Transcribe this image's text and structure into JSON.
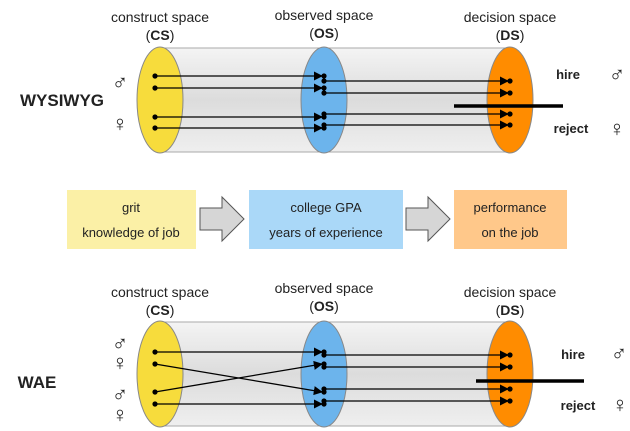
{
  "colors": {
    "construct": "#f7dc3c",
    "observed": "#6cb4ec",
    "decision": "#ff8c00",
    "tube": "#e9e9e9",
    "box_construct": "#fbf0a6",
    "box_observed": "#aad8f8",
    "box_decision": "#ffc88a"
  },
  "top": {
    "model_label": "WYSIWYG",
    "headers": {
      "cs_line1": "construct space",
      "cs_abbrev": "CS",
      "os_line1": "observed space",
      "os_abbrev": "OS",
      "ds_line1": "decision space",
      "ds_abbrev": "DS"
    },
    "male_symbol": "♂",
    "female_symbol": "♀",
    "hire_label": "hire",
    "reject_label": "reject"
  },
  "middle": {
    "construct_box": {
      "line1": "grit",
      "line2": "knowledge of job"
    },
    "observed_box": {
      "line1": "college GPA",
      "line2": "years of experience"
    },
    "decision_box": {
      "line1": "performance",
      "line2": "on the job"
    },
    "arrow_icon": "right-arrow"
  },
  "bottom": {
    "model_label": "WAE",
    "headers": {
      "cs_line1": "construct space",
      "cs_abbrev": "CS",
      "os_line1": "observed space",
      "os_abbrev": "OS",
      "ds_line1": "decision space",
      "ds_abbrev": "DS"
    },
    "male_symbol": "♂",
    "female_symbol": "♀",
    "hire_label": "hire",
    "reject_label": "reject"
  }
}
